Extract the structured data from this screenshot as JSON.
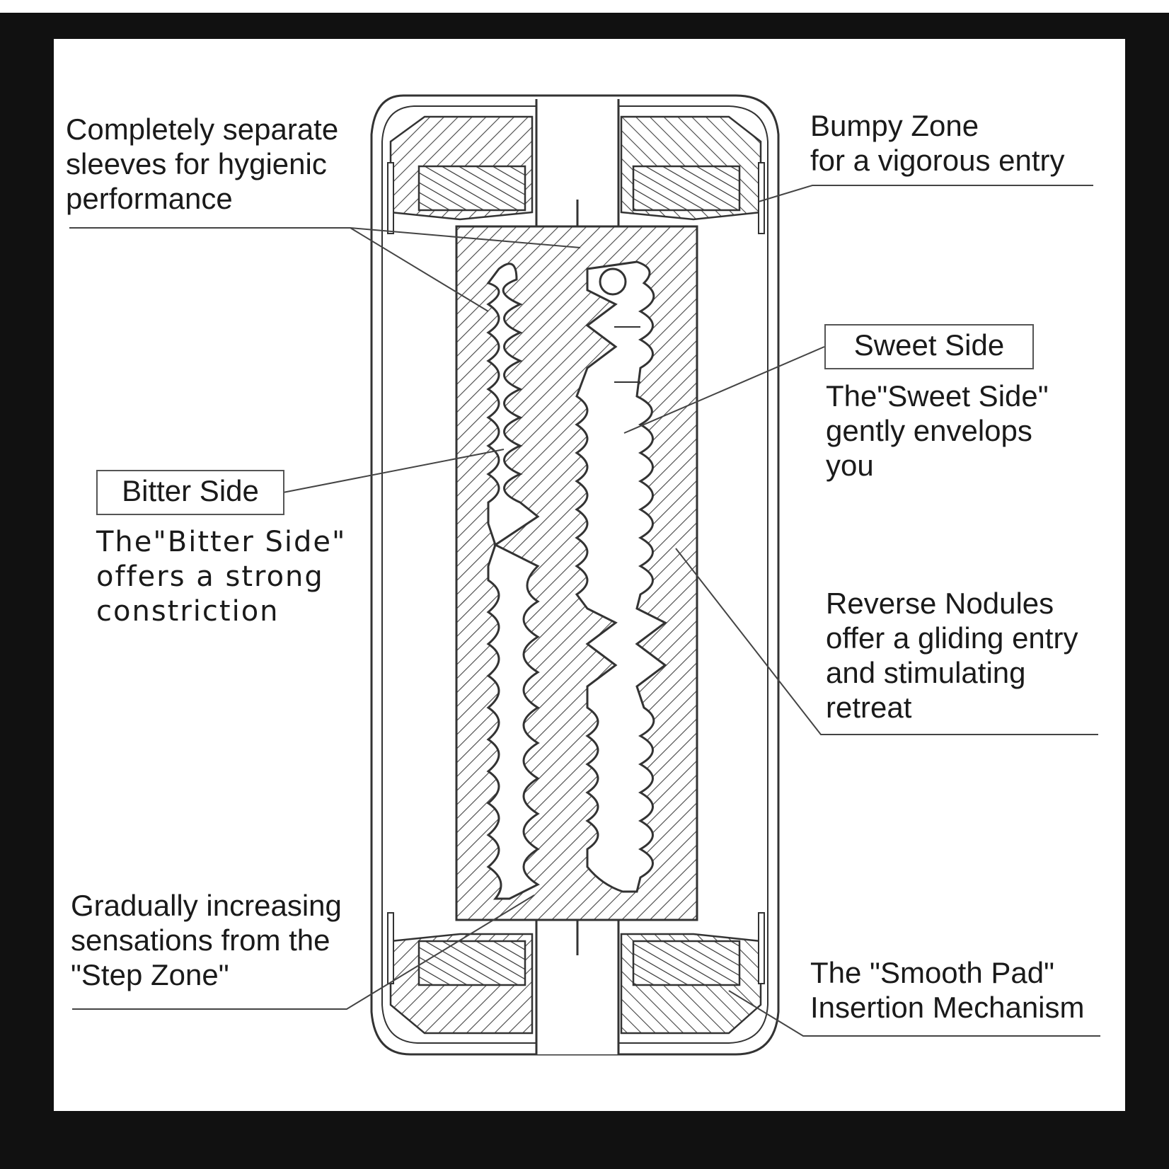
{
  "labels": {
    "sleeves": [
      "Completely separate",
      "sleeves for hygienic",
      "performance"
    ],
    "bumpy": [
      "Bumpy Zone",
      "for a vigorous entry"
    ],
    "sweet_title": "Sweet Side",
    "sweet_desc": [
      "The\"Sweet Side\"",
      "gently envelops",
      "you"
    ],
    "bitter_title": "Bitter Side",
    "bitter_desc": [
      "The\"Bitter Side\"",
      "offers a strong",
      "constriction"
    ],
    "reverse": [
      "Reverse Nodules",
      "offer a gliding entry",
      "and stimulating",
      "retreat"
    ],
    "step": [
      "Gradually increasing",
      "sensations from the",
      "\"Step Zone\""
    ],
    "smooth": [
      "The \"Smooth Pad\"",
      "Insertion Mechanism"
    ]
  },
  "colors": {
    "background": "#111111",
    "panel": "#ffffff",
    "line": "#333333",
    "hatch": "#555555"
  }
}
